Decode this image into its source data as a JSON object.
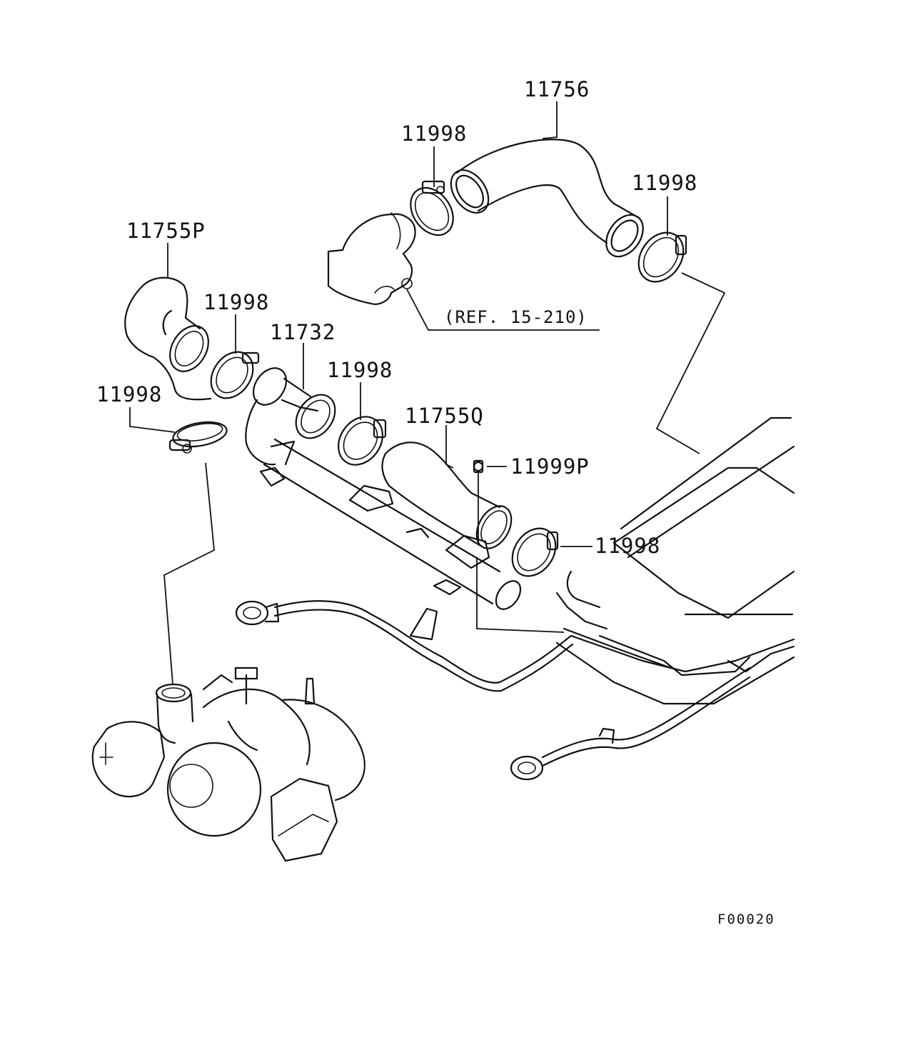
{
  "labels": {
    "hose_top": "11756",
    "clamp_top_left": "11998",
    "clamp_top_right": "11998",
    "hose_left": "11755P",
    "clamp_left_upper": "11998",
    "pipe": "11732",
    "clamp_middle": "11998",
    "clamp_left_lower": "11998",
    "hose_right": "11755Q",
    "bolt": "11999P",
    "clamp_right": "11998",
    "reference": "(REF. 15-210)",
    "figure_code": "F00020"
  }
}
